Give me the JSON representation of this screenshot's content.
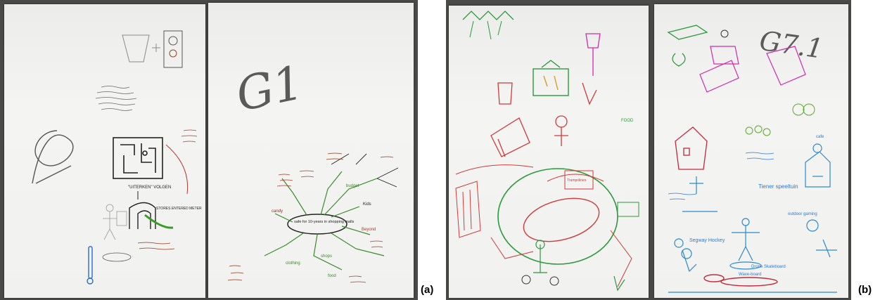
{
  "figure": {
    "panels": [
      {
        "label": "(a)",
        "sheet_title": "G1",
        "note_texts": [
          "\"UITERKEN\" VOLGEN",
          "STORES ENTERED METER",
          "candy",
          "food",
          "clothing",
          "shops",
          "Beyond",
          "budget",
          "Kids",
          "safe for 10-years in shopping malls"
        ]
      },
      {
        "label": "(b)",
        "sheet_title": "G7.1",
        "note_texts": [
          "Tiener speeltuin",
          "Segway Hockey",
          "Drone Skateboard",
          "cafe",
          "outdoor gaming",
          "Wave-board",
          "Trampolines",
          "FOOD"
        ]
      }
    ]
  }
}
